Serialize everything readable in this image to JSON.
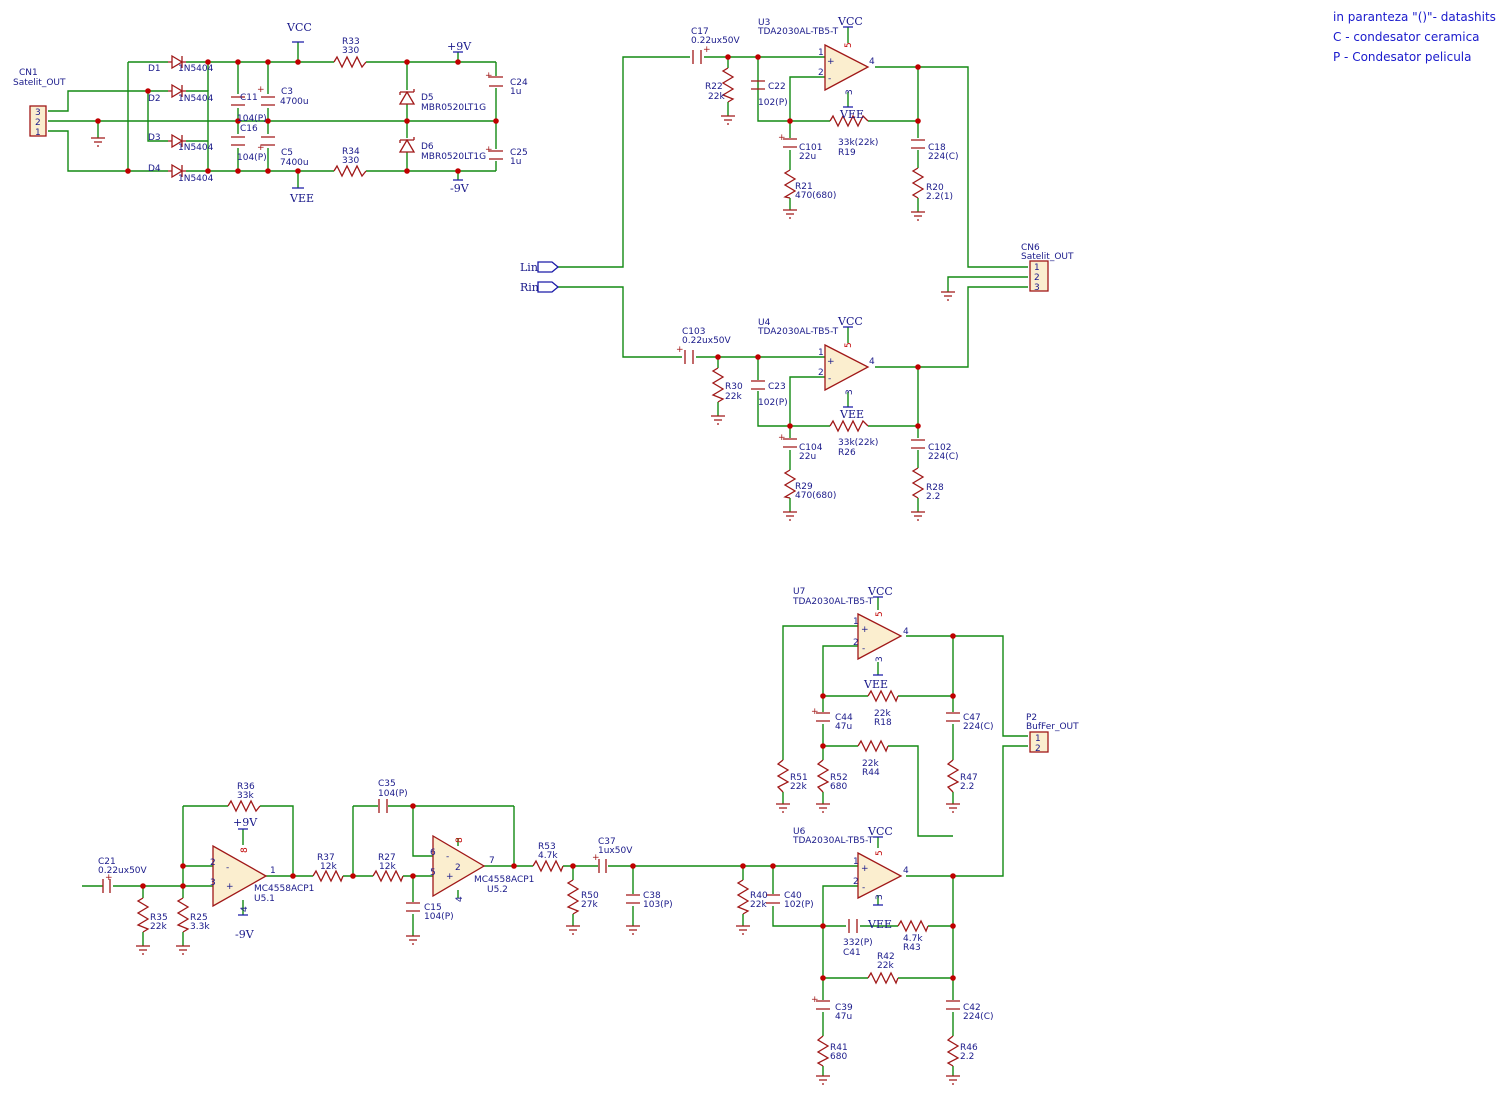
{
  "notes": [
    "in paranteza \"()\"- datashits",
    "C - condesator ceramica",
    "P - Condesator pelicula"
  ],
  "power": {
    "vcc": "VCC",
    "vee": "VEE",
    "p9": "+9V",
    "m9": "-9V"
  },
  "ports": {
    "lin": "Lin",
    "rin": "Rin"
  },
  "connectors": {
    "cn1": {
      "ref": "CN1",
      "name": "Satelit_OUT",
      "pins": [
        "3",
        "2",
        "1"
      ]
    },
    "cn6": {
      "ref": "CN6",
      "name": "Satelit_OUT",
      "pins": [
        "1",
        "2",
        "3"
      ]
    },
    "p2": {
      "ref": "P2",
      "name": "BufFer_OUT",
      "pins": [
        "1",
        "2"
      ]
    }
  },
  "components": {
    "D1": [
      "D1",
      "1N5404"
    ],
    "D2": [
      "D2",
      "1N5404"
    ],
    "D3": [
      "D3",
      "1N5404"
    ],
    "D4": [
      "D4",
      "1N5404"
    ],
    "D5": [
      "D5",
      "MBR0520LT1G"
    ],
    "D6": [
      "D6",
      "MBR0520LT1G"
    ],
    "C11": [
      "C11",
      "104(P)"
    ],
    "C16": [
      "C16",
      "104(P)"
    ],
    "C3": [
      "C3",
      "4700u"
    ],
    "C5": [
      "C5",
      "7400u"
    ],
    "R33": [
      "R33",
      "330"
    ],
    "R34": [
      "R34",
      "330"
    ],
    "C24": [
      "C24",
      "1u"
    ],
    "C25": [
      "C25",
      "1u"
    ],
    "C17": [
      "C17",
      "0.22ux50V"
    ],
    "U3": [
      "U3",
      "TDA2030AL-TB5-T"
    ],
    "R22": [
      "R22",
      "22k"
    ],
    "C22": [
      "C22",
      "102(P)"
    ],
    "C101": [
      "C101",
      "22u"
    ],
    "R21": [
      "R21",
      "470(680)"
    ],
    "R19": [
      "R19",
      "33k(22k)"
    ],
    "C18": [
      "C18",
      "224(C)"
    ],
    "R20": [
      "R20",
      "2.2(1)"
    ],
    "C103": [
      "C103",
      "0.22ux50V"
    ],
    "U4": [
      "U4",
      "TDA2030AL-TB5-T"
    ],
    "R30": [
      "R30",
      "22k"
    ],
    "C23": [
      "C23",
      "102(P)"
    ],
    "C104": [
      "C104",
      "22u"
    ],
    "R29": [
      "R29",
      "470(680)"
    ],
    "R26": [
      "R26",
      "33k(22k)"
    ],
    "C102": [
      "C102",
      "224(C)"
    ],
    "R28": [
      "R28",
      "2.2"
    ],
    "C21": [
      "C21",
      "0.22ux50V"
    ],
    "R35": [
      "R35",
      "22k"
    ],
    "R25": [
      "R25",
      "3.3k"
    ],
    "R36": [
      "R36",
      "33k"
    ],
    "U51": [
      "U5.1",
      "MC4558ACP1"
    ],
    "R37": [
      "R37",
      "12k"
    ],
    "R27": [
      "R27",
      "12k"
    ],
    "C15": [
      "C15",
      "104(P)"
    ],
    "C35": [
      "C35",
      "104(P)"
    ],
    "U52": [
      "U5.2",
      "MC4558ACP1"
    ],
    "R53": [
      "R53",
      "4.7k"
    ],
    "R50": [
      "R50",
      "27k"
    ],
    "C37": [
      "C37",
      "1ux50V"
    ],
    "C38": [
      "C38",
      "103(P)"
    ],
    "R40": [
      "R40",
      "22k"
    ],
    "C40": [
      "C40",
      "102(P)"
    ],
    "U6": [
      "U6",
      "TDA2030AL-TB5-T"
    ],
    "C41": [
      "C41",
      "332(P)"
    ],
    "R43": [
      "R43",
      "4.7k"
    ],
    "R42": [
      "R42",
      "22k"
    ],
    "C39": [
      "C39",
      "47u"
    ],
    "R41": [
      "R41",
      "680"
    ],
    "C42": [
      "C42",
      "224(C)"
    ],
    "R46": [
      "R46",
      "2.2"
    ],
    "U7": [
      "U7",
      "TDA2030AL-TB5-T"
    ],
    "R51": [
      "R51",
      "22k"
    ],
    "C44": [
      "C44",
      "47u"
    ],
    "R52": [
      "R52",
      "680"
    ],
    "R18": [
      "R18",
      "22k"
    ],
    "R44": [
      "R44",
      "22k"
    ],
    "C47": [
      "C47",
      "224(C)"
    ],
    "R47": [
      "R47",
      "2.2"
    ]
  },
  "pins": {
    "in_plus": "+",
    "in_minus": "-",
    "p1": "1",
    "p2": "2",
    "p3": "3",
    "p4": "4",
    "p5": "5",
    "p6": "6",
    "p7": "7",
    "p8": "8"
  }
}
